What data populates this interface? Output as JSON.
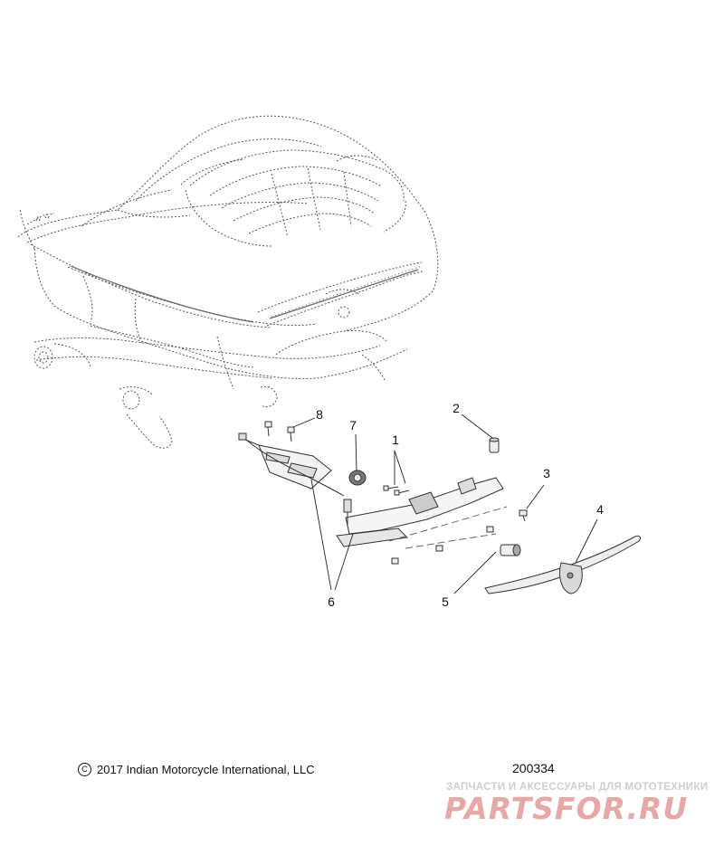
{
  "callouts": [
    {
      "id": "c1",
      "label": "1"
    },
    {
      "id": "c2",
      "label": "2"
    },
    {
      "id": "c3",
      "label": "3"
    },
    {
      "id": "c4",
      "label": "4"
    },
    {
      "id": "c5",
      "label": "5"
    },
    {
      "id": "c6",
      "label": "6"
    },
    {
      "id": "c7",
      "label": "7"
    },
    {
      "id": "c8",
      "label": "8"
    }
  ],
  "footer": {
    "copyright_symbol": "C",
    "copyright_text": "2017 Indian Motorcycle International, LLC",
    "figure_id": "200334"
  },
  "watermark": {
    "caption": "ЗАПЧАСТИ И АКСЕССУАРЫ ДЛЯ МОТОТЕХНИКИ",
    "logo": "PARTSFOR.RU"
  },
  "colors": {
    "line": "#555555",
    "callout_text": "#111111",
    "watermark_logo": "#e7a8a8",
    "watermark_caption": "#cfcfcf"
  }
}
